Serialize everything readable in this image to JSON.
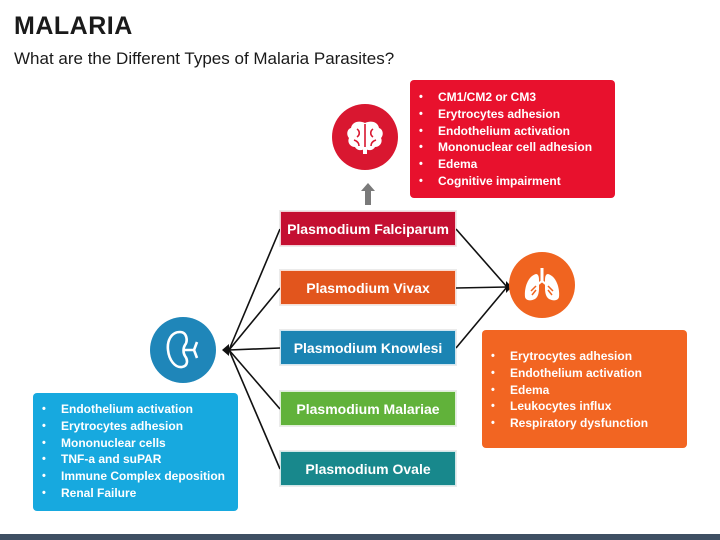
{
  "header": {
    "title": "MALARIA",
    "subtitle": "What are the Different Types of Malaria Parasites?"
  },
  "parasites": [
    {
      "label": "Plasmodium Falciparum",
      "color": "#c40f31"
    },
    {
      "label": "Plasmodium Vivax",
      "color": "#e2551d"
    },
    {
      "label": "Plasmodium Knowlesi",
      "color": "#1b84b3"
    },
    {
      "label": "Plasmodium Malariae",
      "color": "#61b23a"
    },
    {
      "label": "Plasmodium Ovale",
      "color": "#18888c"
    }
  ],
  "brain": {
    "icon": "brain-icon",
    "color": "#d91730",
    "items": [
      "CM1/CM2 or CM3",
      "Erytrocytes adhesion",
      "Endothelium activation",
      "Mononuclear cell adhesion",
      "Edema",
      "Cognitive impairment"
    ]
  },
  "lungs": {
    "icon": "lungs-icon",
    "color": "#f06420",
    "items": [
      "Erytrocytes adhesion",
      "Endothelium activation",
      "Edema",
      "Leukocytes influx",
      "Respiratory dysfunction"
    ]
  },
  "kidney": {
    "icon": "kidney-icon",
    "color": "#1f86b9",
    "items": [
      "Endothelium activation",
      "Erytrocytes adhesion",
      "Mononuclear cells",
      "TNF-a and suPAR",
      "Immune Complex deposition",
      "Renal Failure"
    ]
  }
}
